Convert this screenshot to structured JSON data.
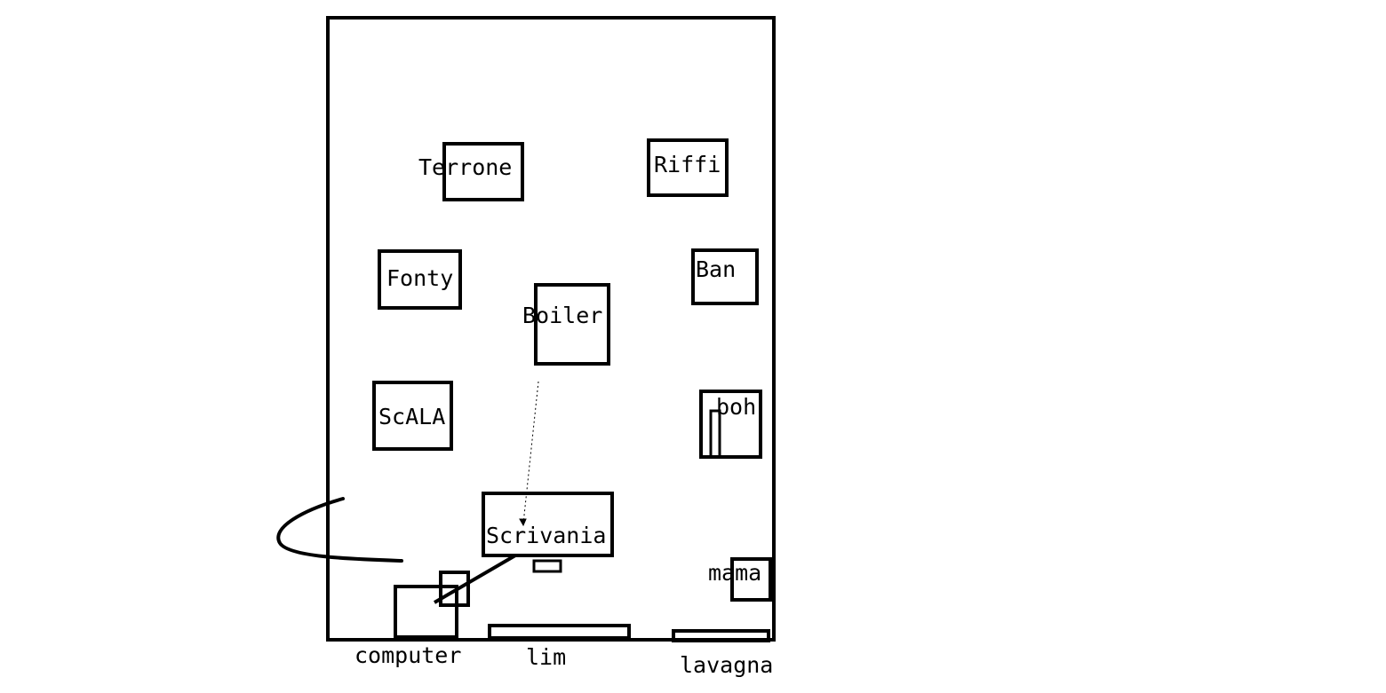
{
  "colors": {
    "ink": "#000000",
    "background": "#ffffff"
  },
  "labels": {
    "terrone": "Terrone",
    "riffi": "Riffi",
    "fonty": "Fonty",
    "ban": "Ban",
    "boiler": "Boiler",
    "scala": "ScALA",
    "boh": "boh",
    "scrivania": "Scrivania",
    "mama": "mama",
    "computer": "computer",
    "lim": "lim",
    "lavagna": "lavagna"
  }
}
